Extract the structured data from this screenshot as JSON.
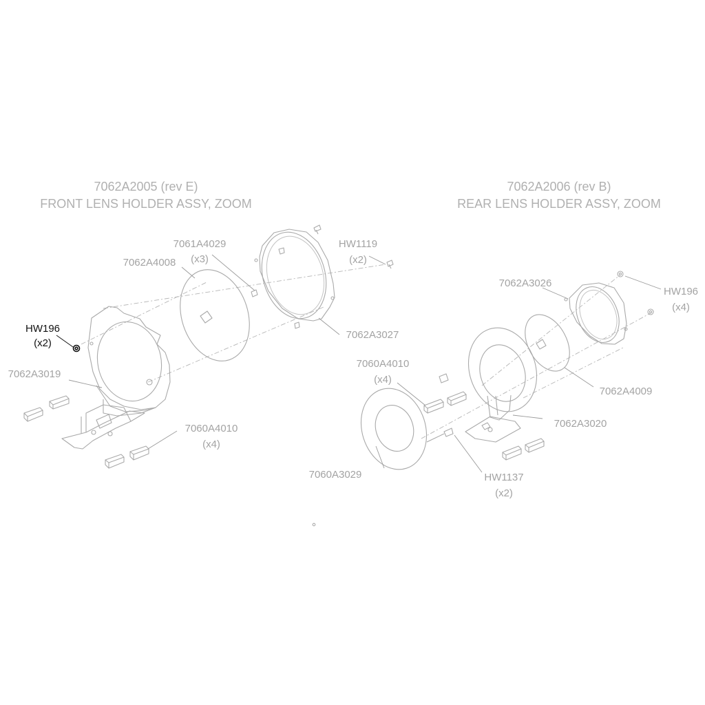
{
  "front_assembly": {
    "part_number": "7062A2005 (rev E)",
    "name": "FRONT LENS HOLDER ASSY, ZOOM",
    "callouts": [
      {
        "id": "7061A4029",
        "qty": "(x3)"
      },
      {
        "id": "7062A4008",
        "qty": ""
      },
      {
        "id": "HW1119",
        "qty": "(x2)"
      },
      {
        "id": "HW196",
        "qty": "(x2)",
        "highlighted": true
      },
      {
        "id": "7062A3027",
        "qty": ""
      },
      {
        "id": "7062A3019",
        "qty": ""
      },
      {
        "id": "7060A4010",
        "qty": "(x4)"
      }
    ]
  },
  "rear_assembly": {
    "part_number": "7062A2006 (rev B)",
    "name": "REAR LENS HOLDER ASSY, ZOOM",
    "callouts": [
      {
        "id": "7062A3026",
        "qty": ""
      },
      {
        "id": "HW196",
        "qty": "(x4)"
      },
      {
        "id": "7060A4010",
        "qty": "(x4)"
      },
      {
        "id": "7062A4009",
        "qty": ""
      },
      {
        "id": "7062A3020",
        "qty": ""
      },
      {
        "id": "7060A3029",
        "qty": ""
      },
      {
        "id": "HW1137",
        "qty": "(x2)"
      }
    ]
  },
  "colors": {
    "line": "#a9a9a9",
    "label": "#a3a3a3",
    "highlight": "#111111",
    "background": "#ffffff"
  }
}
